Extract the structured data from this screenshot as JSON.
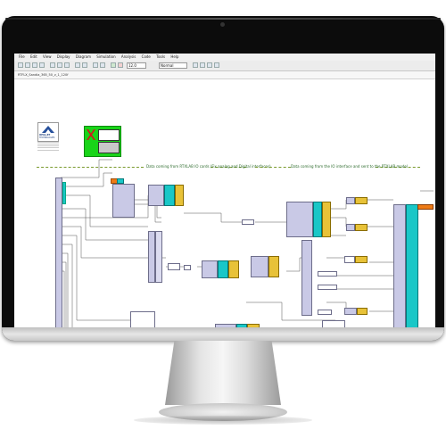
{
  "menu": {
    "items": [
      "File",
      "Edit",
      "View",
      "Display",
      "Diagram",
      "Simulation",
      "Analysis",
      "Code",
      "Tools",
      "Help"
    ]
  },
  "toolbar": {
    "sim_time": "12.0",
    "sim_mode": "Normal"
  },
  "path": "RTFLX_Sandia_365_50_v_1_120f",
  "notes": {
    "left": "Data coming from RTXLAB IO cards (Fix analog and Digital interfaces)",
    "right": "Data coming from the IO interface and sent to the RTXLAB model"
  },
  "logo_text": [
    "OPAL-RT",
    "TECHNOLOGIES"
  ],
  "colors": {
    "block": "#c9c9e6",
    "cyan": "#19c7c7",
    "yellow": "#e8c238",
    "green": "#19d419",
    "orange": "#ee7b16"
  }
}
